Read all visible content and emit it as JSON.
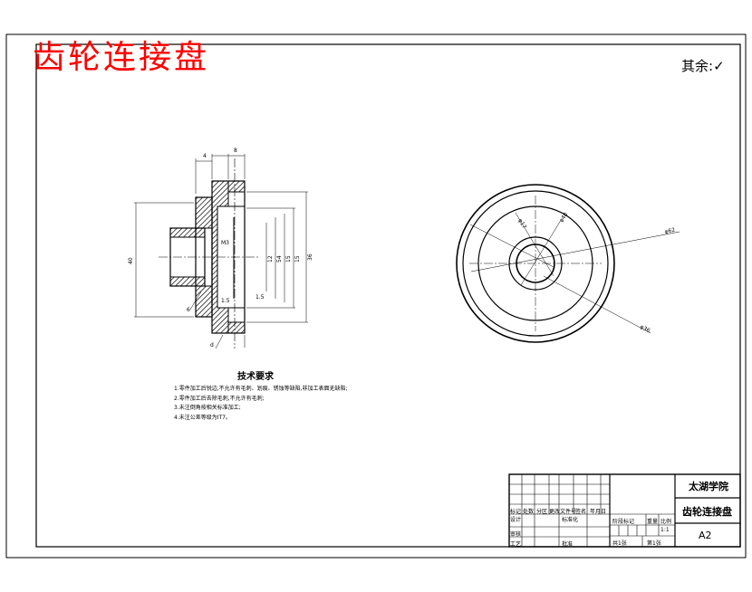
{
  "title": "齿轮连接盘",
  "roughness_note": "其余:",
  "roughness_symbol": "✓",
  "technical_requirements": {
    "title": "技术要求",
    "items": [
      "1.零件加工后锐边,不允许有毛刺、划痕、锈蚀等缺陷,非加工表面无缺陷;",
      "2.零件加工后去除毛刺,不允许有毛刺;",
      "3.未注倒角按相关标准加工;",
      "4.未注公差等级为IT7。"
    ]
  },
  "title_block": {
    "school": "太湖学院",
    "part_name": "齿轮连接盘",
    "scale": "1:1",
    "sheet_size": "A2",
    "labels_row1": [
      "标记",
      "处数",
      "分区",
      "更改文件号",
      "签名",
      "年月日"
    ],
    "labels_row2": [
      "设计",
      "标准化"
    ],
    "labels_row3": [
      "审核"
    ],
    "labels_row4": [
      "工艺",
      "批准"
    ],
    "stage_labels": [
      "阶段标记",
      "重量",
      "比例"
    ],
    "sheet_labels": [
      "共1张",
      "第1张"
    ]
  },
  "dimensions": {
    "side_view": [
      "4",
      "8",
      "40",
      "36",
      "15",
      "15",
      "54",
      "12",
      "6",
      "d",
      "M3",
      "1.5",
      "1.5"
    ],
    "front_view": [
      "φ17",
      "φ40",
      "φ62",
      "φ36"
    ]
  }
}
